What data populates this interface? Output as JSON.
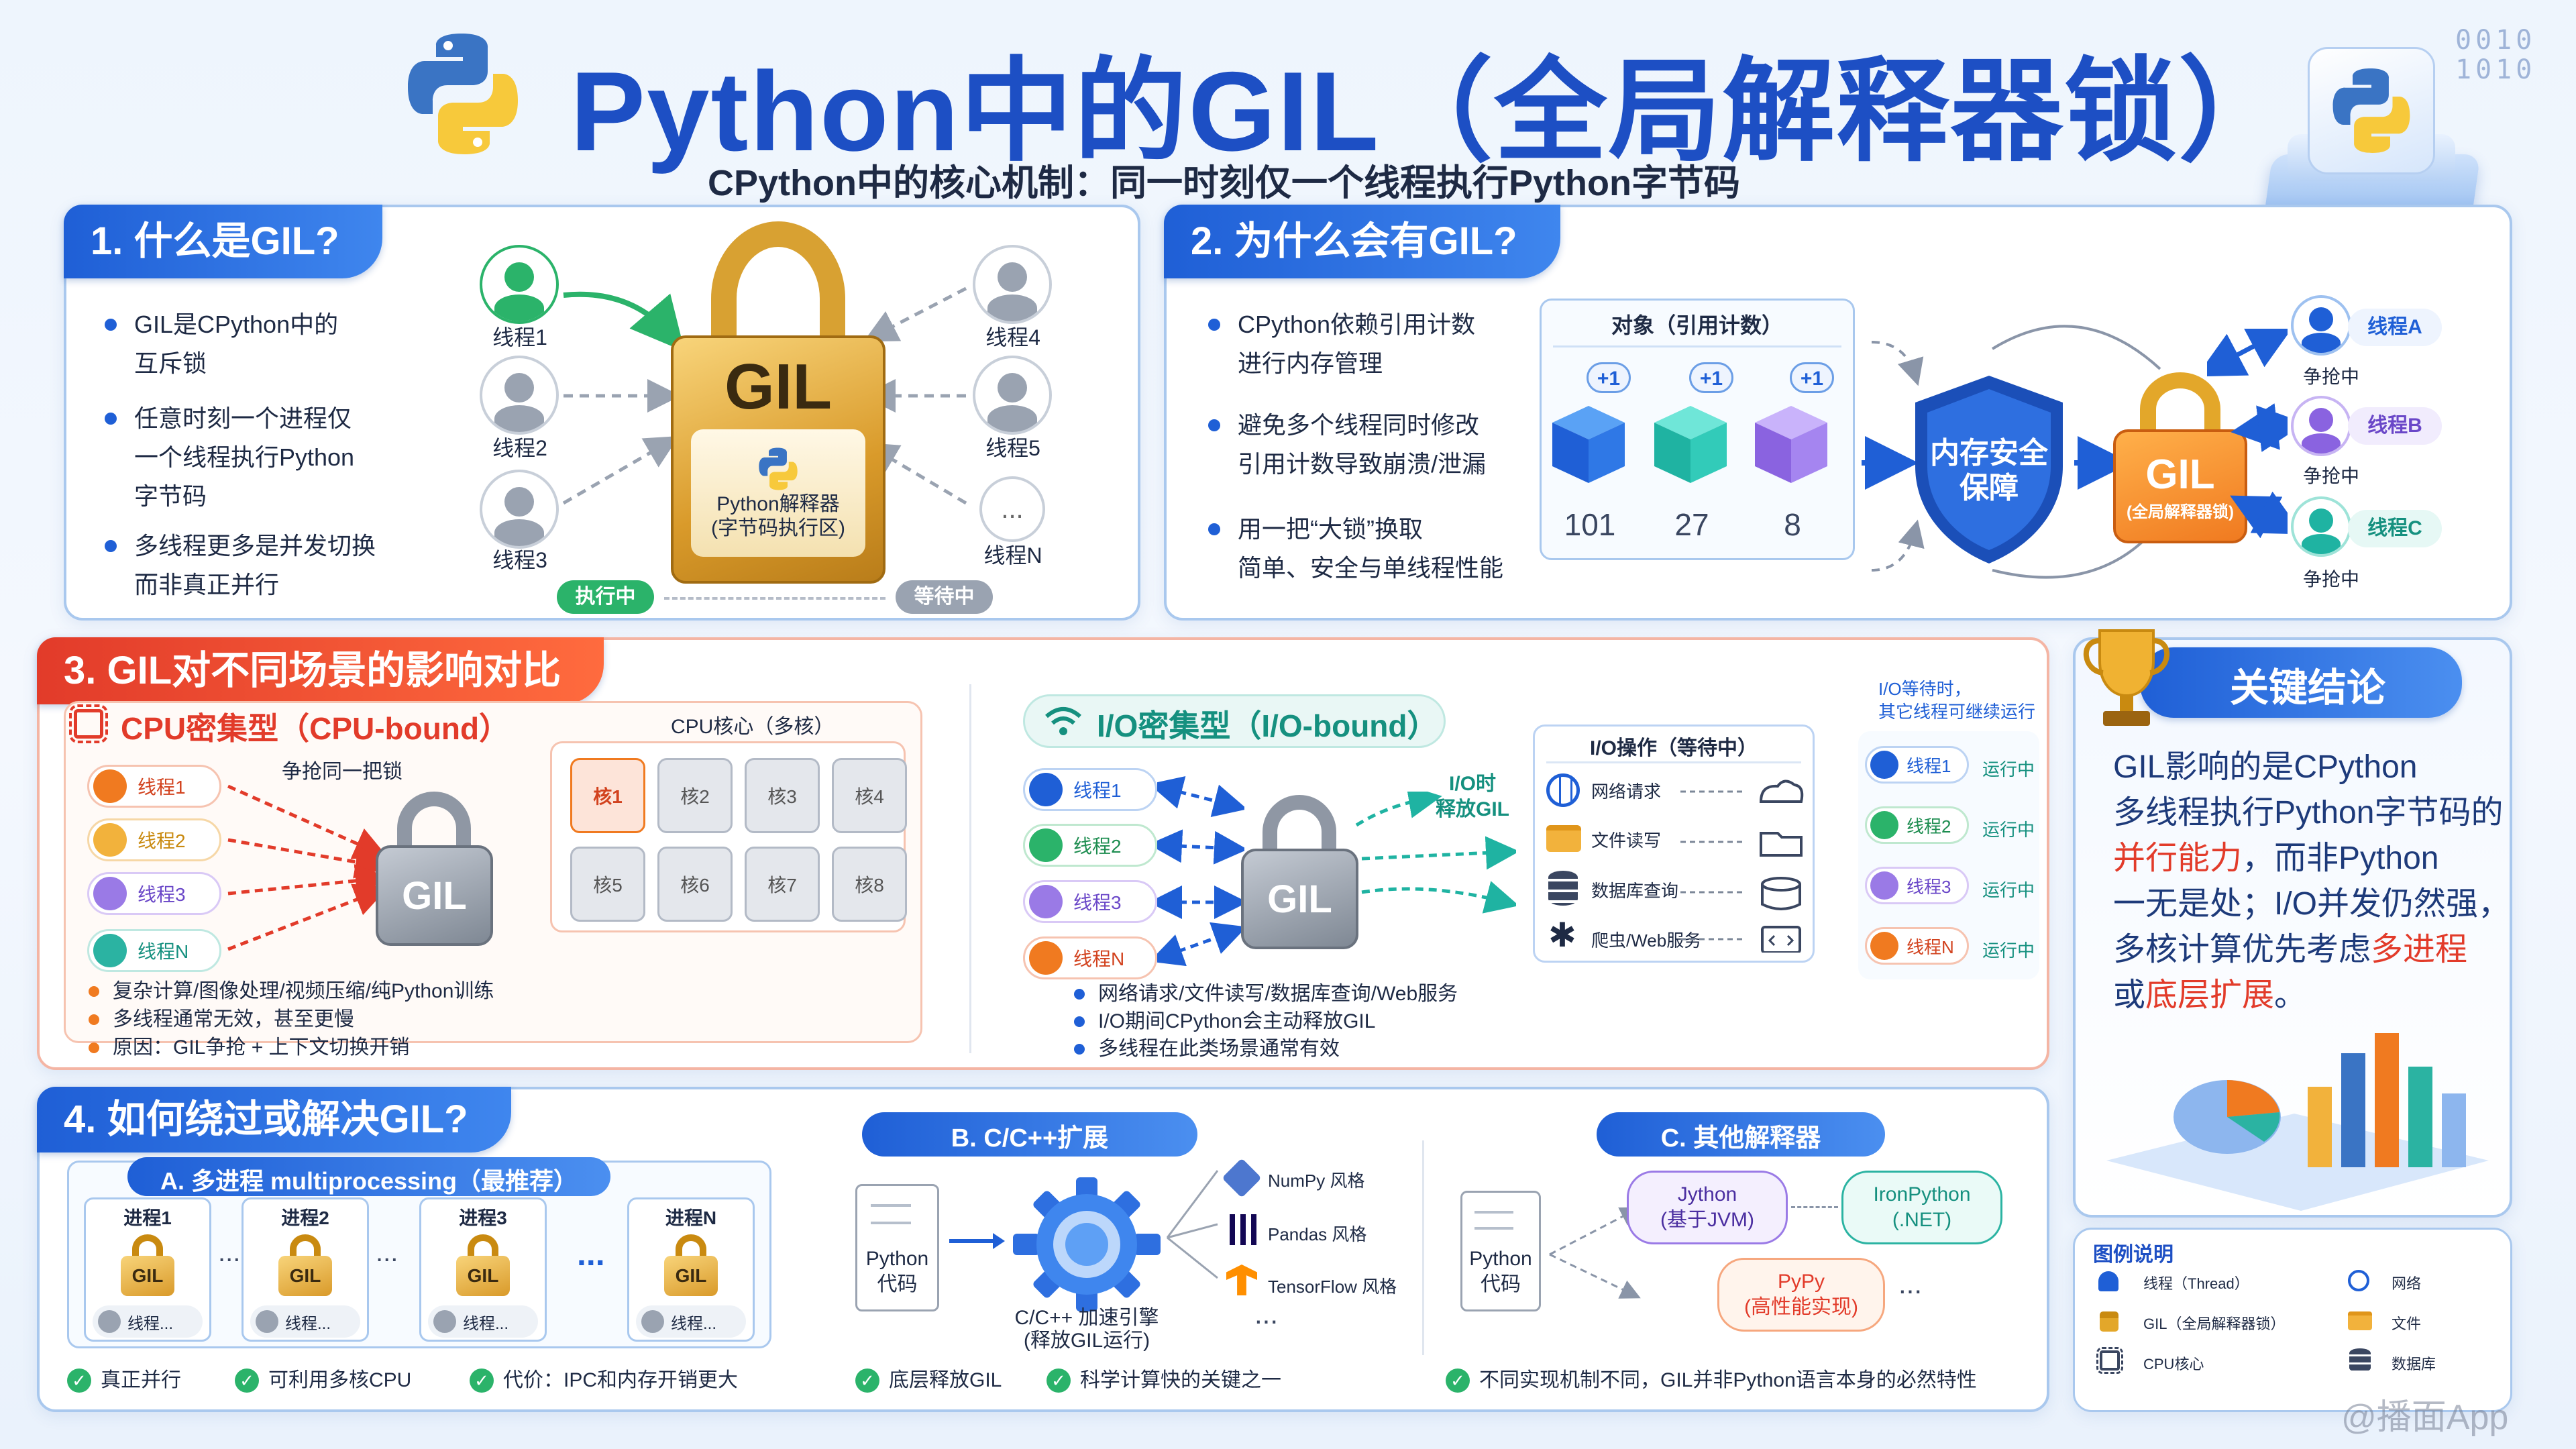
{
  "header": {
    "title": "Python中的GIL（全局解释器锁）",
    "subtitle": "CPython中的核心机制：同一时刻仅一个线程执行Python字节码",
    "binary_top": "0010",
    "binary_bottom": "1010"
  },
  "s1": {
    "title": "1. 什么是GIL?",
    "bullets": [
      "GIL是CPython中的\n互斥锁",
      "任意时刻一个进程仅\n一个线程执行Python\n字节码",
      "多线程更多是并发切换\n而非真正并行"
    ],
    "threads_left": [
      "线程1",
      "线程2",
      "线程3"
    ],
    "threads_right": [
      "线程4",
      "线程5",
      "线程N"
    ],
    "lock_text": "GIL",
    "interp": "Python解释器\n(字节码执行区)",
    "running": "执行中",
    "waiting": "等待中",
    "more": "..."
  },
  "s2": {
    "title": "2. 为什么会有GIL?",
    "bullets": [
      "CPython依赖引用计数\n进行内存管理",
      "避免多个线程同时修改\n引用计数导致崩溃/泄漏",
      "用一把“大锁”换取\n简单、安全与单线程性能"
    ],
    "obj_title": "对象（引用计数）",
    "plus": [
      "+1",
      "+1",
      "+1"
    ],
    "counts": [
      "101",
      "27",
      "8"
    ],
    "shield": "内存安全\n保障",
    "gil": "GIL",
    "gil_sub": "(全局解释器锁)",
    "threads": [
      {
        "name": "线程A",
        "status": "争抢中"
      },
      {
        "name": "线程B",
        "status": "争抢中"
      },
      {
        "name": "线程C",
        "status": "争抢中"
      }
    ]
  },
  "s3": {
    "title": "3. GIL对不同场景的影响对比",
    "cpu": {
      "title": "CPU密集型（CPU-bound）",
      "cores_title": "CPU核心（多核）",
      "compete": "争抢同一把锁",
      "threads": [
        "线程1",
        "线程2",
        "线程3",
        "线程N"
      ],
      "cores": [
        "核1",
        "核2",
        "核3",
        "核4",
        "核5",
        "核6",
        "核7",
        "核8"
      ],
      "gil": "GIL",
      "bullets": [
        "复杂计算/图像处理/视频压缩/纯Python训练",
        "多线程通常无效，甚至更慢",
        "原因：GIL争抢 + 上下文切换开销"
      ]
    },
    "io": {
      "title": "I/O密集型（I/O-bound）",
      "threads": [
        "线程1",
        "线程2",
        "线程3",
        "线程N"
      ],
      "release": "I/O时\n释放GIL",
      "gil": "GIL",
      "ops_title": "I/O操作（等待中）",
      "ops": [
        "网络请求",
        "文件读写",
        "数据库查询",
        "爬虫/Web服务"
      ],
      "note": "I/O等待时，\n其它线程可继续运行",
      "running_threads": [
        {
          "name": "线程1",
          "status": "运行中"
        },
        {
          "name": "线程2",
          "status": "运行中"
        },
        {
          "name": "线程3",
          "status": "运行中"
        },
        {
          "name": "线程N",
          "status": "运行中"
        }
      ],
      "bullets": [
        "网络请求/文件读写/数据库查询/Web服务",
        "I/O期间CPython会主动释放GIL",
        "多线程在此类场景通常有效"
      ]
    }
  },
  "conclusion": {
    "title": "关键结论",
    "text_parts": [
      "GIL影响的是CPython\n多线程执行Python字节码的\n",
      "并行能力",
      "，而非Python\n一无是处；I/O并发仍然强，\n多核计算优先考虑",
      "多进程",
      "\n或",
      "底层扩展",
      "。"
    ]
  },
  "s4": {
    "title": "4. 如何绕过或解决GIL?",
    "a": {
      "title": "A. 多进程 multiprocessing（最推荐）",
      "procs": [
        "进程1",
        "进程2",
        "进程3",
        "进程N"
      ],
      "gil": "GIL",
      "thread": "线程...",
      "dots": "...",
      "checks": [
        "真正并行",
        "可利用多核CPU",
        "代价：IPC和内存开销更大"
      ]
    },
    "b": {
      "title": "B. C/C++扩展",
      "doc": "Python\n代码",
      "engine": "C/C++ 加速引擎\n(释放GIL运行)",
      "libs": [
        "NumPy 风格",
        "Pandas 风格",
        "TensorFlow 风格"
      ],
      "more": "...",
      "checks": [
        "底层释放GIL",
        "科学计算快的关键之一"
      ]
    },
    "c": {
      "title": "C. 其他解释器",
      "doc": "Python\n代码",
      "interps": [
        "Jython\n(基于JVM)",
        "IronPython\n(.NET)",
        "PyPy\n(高性能实现)"
      ],
      "more": "...",
      "checks": [
        "不同实现机制不同，GIL并非Python语言本身的必然特性"
      ]
    }
  },
  "legend": {
    "title": "图例说明",
    "items": [
      "线程（Thread）",
      "网络",
      "GIL（全局解释器锁）",
      "文件",
      "CPU核心",
      "数据库"
    ]
  },
  "watermark": "@播面App",
  "colors": {
    "primary": "#1f5fd6",
    "accent": "#e23b2a",
    "orange": "#f07a20",
    "gold": "#e3a72a",
    "green": "#2bb36a"
  }
}
